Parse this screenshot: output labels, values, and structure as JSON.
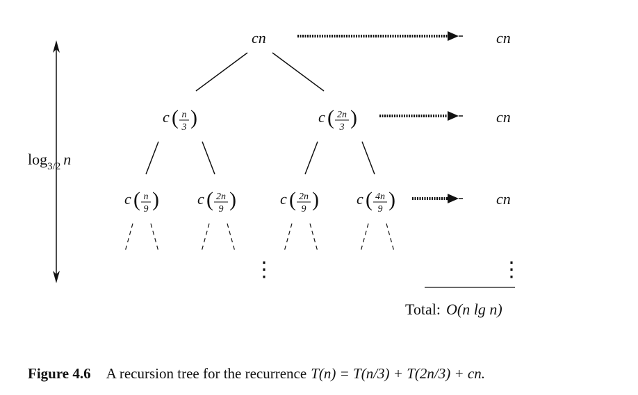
{
  "tree": {
    "root": {
      "coef": "c",
      "term": "n"
    },
    "level1": [
      {
        "coef": "c",
        "num": "n",
        "den": "3"
      },
      {
        "coef": "c",
        "num": "2n",
        "den": "3"
      }
    ],
    "level2": [
      {
        "coef": "c",
        "num": "n",
        "den": "9"
      },
      {
        "coef": "c",
        "num": "2n",
        "den": "9"
      },
      {
        "coef": "c",
        "num": "2n",
        "den": "9"
      },
      {
        "coef": "c",
        "num": "4n",
        "den": "9"
      }
    ],
    "vdots": "⋮"
  },
  "costs": {
    "row_costs": [
      "cn",
      "cn",
      "cn"
    ],
    "vdots": "⋮",
    "total_label": "Total:",
    "total_value": "O(n lg n)"
  },
  "height": {
    "log_base": "log",
    "log_sub": "3/2",
    "log_arg": "n"
  },
  "caption": {
    "label": "Figure 4.6",
    "text": "A recursion tree for the recurrence",
    "formula": "T(n) = T(n/3) + T(2n/3) + cn."
  }
}
